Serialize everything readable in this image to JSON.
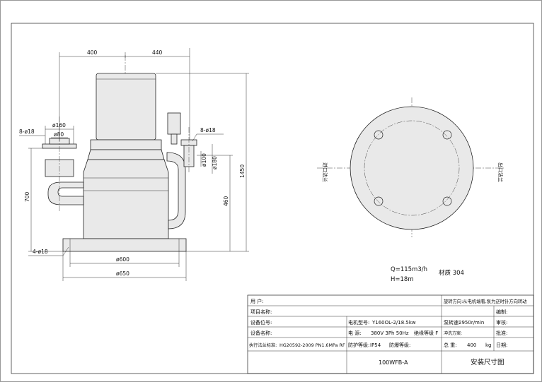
{
  "dimensions": {
    "top_left": "400",
    "top_right": "440",
    "inlet_outer": "ø160",
    "inlet_inner": "ø80",
    "inlet_bolts": "8-ø18",
    "outlet_bolts": "8-ø18",
    "outlet_d1": "ø100",
    "outlet_d2": "ø180",
    "height_total": "1450",
    "height_inlet": "700",
    "height_outlet": "460",
    "base_bolts": "4-ø18",
    "base_inner": "ø600",
    "base_outer": "ø650"
  },
  "plan_view": {
    "inlet_label": "进口法兰",
    "outlet_label": "出口法兰"
  },
  "specs": {
    "flow": "Q=115m3/h",
    "head": "H=18m",
    "material": "材质 304"
  },
  "title_block": {
    "rotation_note": "旋转方向:从电机端看,泵为逆时针方向转动",
    "user": "用    户:",
    "project": "项目名称:",
    "position": "设备位号:",
    "equipment": "设备名称:",
    "standard": "执行法兰标准:",
    "standard_value": "HG20592-2009 PN1.6MPa RF",
    "motor_model": "电机型号:",
    "motor_model_value": "Y160OL-2/18.5kw",
    "speed_label": "泵转速:",
    "speed_value": "2950r/min",
    "power_label": "电    源:",
    "power_value": "380V 3Ph 50Hz",
    "insulation": "绝缘等级 F",
    "protection": "防护等级:",
    "protection_value": "IP54",
    "explosion": "防爆等级:",
    "flush": "冲洗方案:",
    "weight_label": "总    重:",
    "weight_value": "400",
    "weight_unit": "kg",
    "draw": "编制:",
    "review": "审核:",
    "approve": "批准:",
    "date": "日期:",
    "model": "100WFB-A",
    "drawing_title": "安装尺寸图"
  }
}
